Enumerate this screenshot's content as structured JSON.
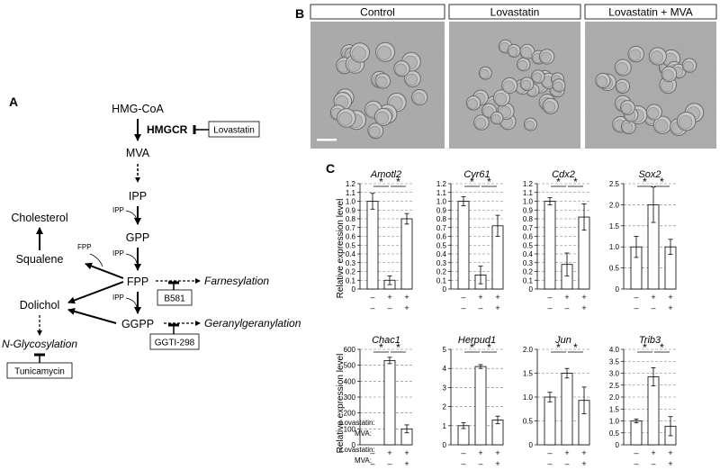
{
  "panels": {
    "A": "A",
    "B": "B",
    "C": "C"
  },
  "pathway": {
    "hmgcoa": "HMG-CoA",
    "hmgcr": "HMGCR",
    "lovastatin": "Lovastatin",
    "mva": "MVA",
    "ipp": "IPP",
    "gpp": "GPP",
    "fpp": "FPP",
    "ggpp": "GGPP",
    "cholesterol": "Cholesterol",
    "squalene": "Squalene",
    "dolichol": "Dolichol",
    "n_glyco": "N-Glycosylation",
    "tunicamycin": "Tunicamycin",
    "farnesylation": "Farnesylation",
    "b581": "B581",
    "geranylgeranylation": "Geranylgeranylation",
    "ggti": "GGTI-298",
    "ipp_side_1": "IPP",
    "ipp_side_2": "IPP",
    "ipp_side_3": "IPP",
    "fpp_side": "FPP"
  },
  "micrographs": {
    "headers": [
      "Control",
      "Lovastatin",
      "Lovastatin + MVA"
    ]
  },
  "chart_labels": {
    "ylabel": "Relative expression level",
    "row_labels": [
      "Lovastatin:",
      "MVA:"
    ],
    "minus": "–",
    "plus": "+",
    "star": "*"
  },
  "chart_data": [
    {
      "type": "bar",
      "title": "Amotl2",
      "categories": [
        "Control",
        "Lovastatin",
        "Lovastatin + MVA"
      ],
      "values": [
        1.0,
        0.1,
        0.8
      ],
      "errors": [
        0.09,
        0.05,
        0.06
      ],
      "ylim": [
        0,
        1.2
      ],
      "yticks": [
        "0",
        "0.1",
        "0.2",
        "0.3",
        "0.4",
        "0.5",
        "0.6",
        "0.7",
        "0.8",
        "0.9",
        "1.0",
        "1.1",
        "1.2"
      ],
      "grid": true
    },
    {
      "type": "bar",
      "title": "Cyr61",
      "categories": [
        "Control",
        "Lovastatin",
        "Lovastatin + MVA"
      ],
      "values": [
        1.0,
        0.16,
        0.72
      ],
      "errors": [
        0.05,
        0.1,
        0.12
      ],
      "ylim": [
        0,
        1.2
      ],
      "yticks": [
        "0",
        "0.1",
        "0.2",
        "0.3",
        "0.4",
        "0.5",
        "0.6",
        "0.7",
        "0.8",
        "0.9",
        "1.0",
        "1.1",
        "1.2"
      ],
      "grid": true
    },
    {
      "type": "bar",
      "title": "Cdx2",
      "categories": [
        "Control",
        "Lovastatin",
        "Lovastatin + MVA"
      ],
      "values": [
        1.0,
        0.28,
        0.82
      ],
      "errors": [
        0.04,
        0.13,
        0.15
      ],
      "ylim": [
        0,
        1.2
      ],
      "yticks": [
        "0",
        "0.1",
        "0.2",
        "0.3",
        "0.4",
        "0.5",
        "0.6",
        "0.7",
        "0.8",
        "0.9",
        "1.0",
        "1.1",
        "1.2"
      ],
      "grid": true
    },
    {
      "type": "bar",
      "title": "Sox2",
      "categories": [
        "Control",
        "Lovastatin",
        "Lovastatin + MVA"
      ],
      "values": [
        1.0,
        2.0,
        1.0
      ],
      "errors": [
        0.25,
        0.42,
        0.18
      ],
      "ylim": [
        0,
        2.5
      ],
      "yticks": [
        "0",
        "0.5",
        "1.0",
        "1.5",
        "2.0",
        "2.5"
      ],
      "grid": true
    },
    {
      "type": "bar",
      "title": "Chac1",
      "categories": [
        "Control",
        "Lovastatin",
        "Lovastatin + MVA"
      ],
      "values": [
        0,
        530,
        100
      ],
      "errors": [
        0,
        20,
        25
      ],
      "ylim": [
        0,
        600
      ],
      "yticks": [
        "0",
        "100",
        "200",
        "300",
        "400",
        "500",
        "600"
      ],
      "grid": true
    },
    {
      "type": "bar",
      "title": "Herpud1",
      "categories": [
        "Control",
        "Lovastatin",
        "Lovastatin + MVA"
      ],
      "values": [
        1.0,
        4.1,
        1.3
      ],
      "errors": [
        0.15,
        0.1,
        0.2
      ],
      "ylim": [
        0,
        5
      ],
      "yticks": [
        "0",
        "1",
        "2",
        "3",
        "4",
        "5"
      ],
      "grid": true
    },
    {
      "type": "bar",
      "title": "Jun",
      "categories": [
        "Control",
        "Lovastatin",
        "Lovastatin + MVA"
      ],
      "values": [
        1.0,
        1.5,
        0.93
      ],
      "errors": [
        0.1,
        0.1,
        0.28
      ],
      "ylim": [
        0,
        2.0
      ],
      "yticks": [
        "0",
        "0.5",
        "1.0",
        "1.5",
        "2.0"
      ],
      "grid": true
    },
    {
      "type": "bar",
      "title": "Trib3",
      "categories": [
        "Control",
        "Lovastatin",
        "Lovastatin + MVA"
      ],
      "values": [
        1.0,
        2.85,
        0.78
      ],
      "errors": [
        0.08,
        0.38,
        0.4
      ],
      "ylim": [
        0,
        4.0
      ],
      "yticks": [
        "0",
        "0.5",
        "1.0",
        "1.5",
        "2.0",
        "2.5",
        "3.0",
        "3.5",
        "4.0"
      ],
      "grid": true
    }
  ]
}
